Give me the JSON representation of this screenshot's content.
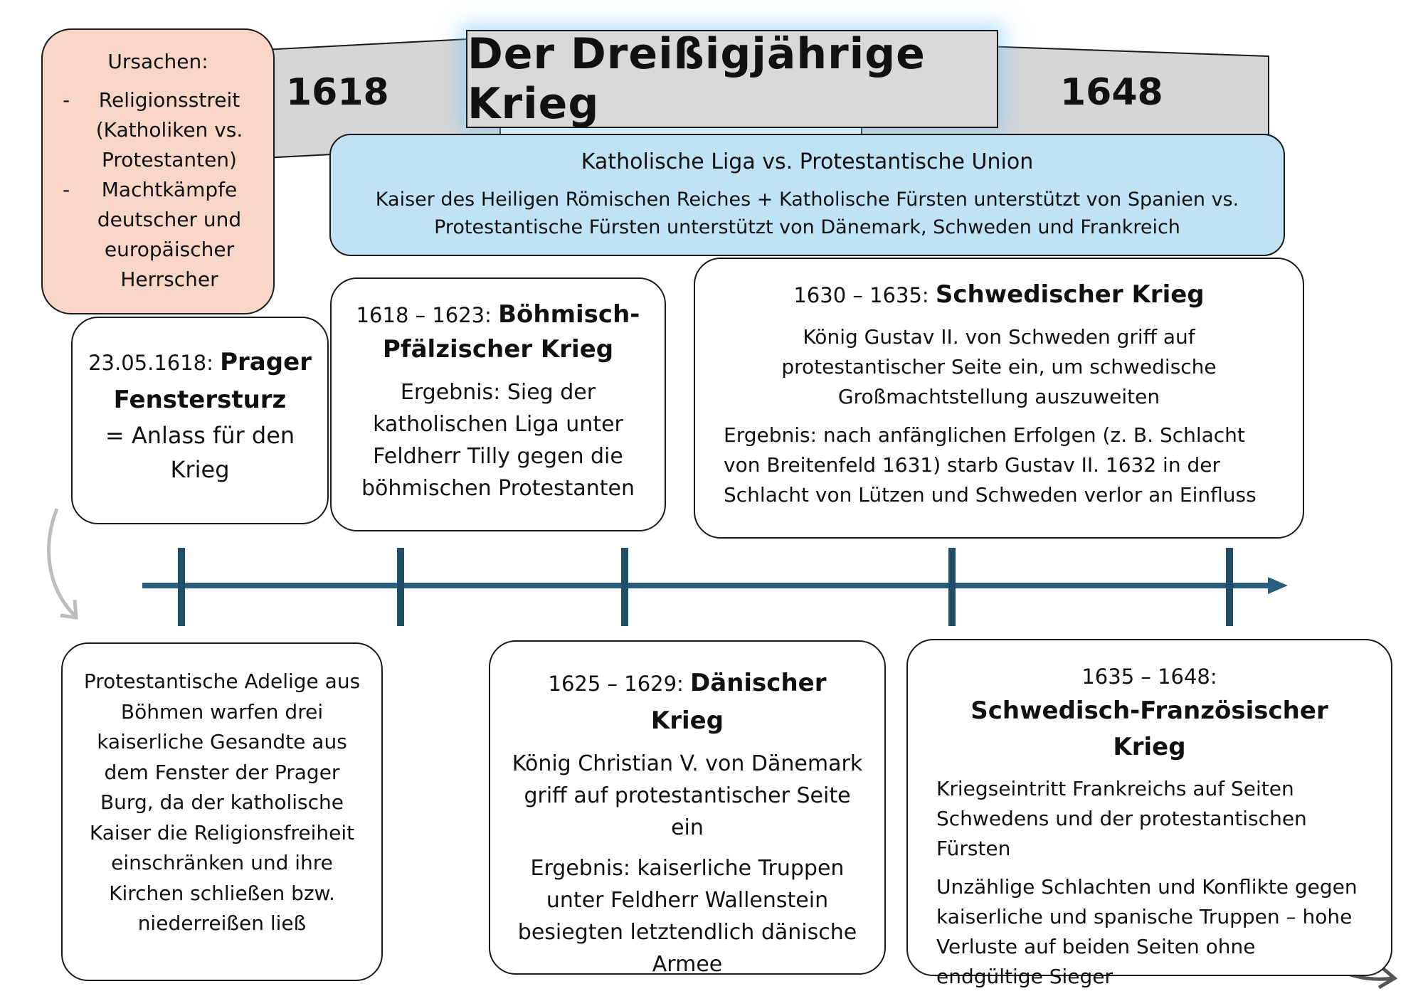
{
  "title": "Der Dreißigjährige Krieg",
  "year_start": "1618",
  "year_end": "1648",
  "causes": {
    "title": "Ursachen:",
    "items": [
      "Religionsstreit (Katholiken vs. Protestanten)",
      "Machtkämpfe deutscher und europäischer Herrscher"
    ]
  },
  "alliance": {
    "title": "Katholische Liga vs. Protestantische Union",
    "text": "Kaiser des Heiligen Römischen Reiches + Katholische Fürsten unterstützt von Spanien vs. Protestantische Fürsten unterstützt von Dänemark, Schweden und Frankreich"
  },
  "events": {
    "prager": {
      "date": "23.05.1618:",
      "name": "Prager Fenstersturz",
      "note": "= Anlass für den Krieg",
      "detail": "Protestantische Adelige aus Böhmen warfen drei kaiserliche Gesandte aus dem Fenster der Prager Burg, da der katholische Kaiser die Religionsfreiheit einschränken und ihre Kirchen schließen bzw. niederreißen ließ"
    },
    "boehmisch": {
      "date": "1618 – 1623:",
      "name": "Böhmisch-Pfälzischer Krieg",
      "result": "Ergebnis: Sieg der katholischen Liga unter Feldherr Tilly gegen die böhmischen Protestanten"
    },
    "daenisch": {
      "date": "1625 – 1629:",
      "name": "Dänischer Krieg",
      "text": "König Christian V. von Dänemark griff auf protestantischer Seite ein",
      "result": "Ergebnis: kaiserliche Truppen unter Feldherr Wallenstein besiegten letztendlich dänische Armee"
    },
    "schwedisch": {
      "date": "1630 – 1635:",
      "name": "Schwedischer Krieg",
      "text": "König Gustav II. von Schweden griff auf protestantischer Seite ein, um schwedische Großmachtstellung auszuweiten",
      "result": "Ergebnis: nach anfänglichen Erfolgen (z. B. Schlacht von Breitenfeld 1631) starb Gustav II. 1632 in der Schlacht von Lützen und Schweden verlor an Einfluss"
    },
    "franzoesisch": {
      "date": "1635 – 1648:",
      "name": "Schwedisch-Französischer Krieg",
      "text": "Kriegseintritt Frankreichs auf Seiten Schwedens und der protestantischen Fürsten",
      "result": "Unzählige Schlachten und Konflikte gegen kaiserliche und spanische Truppen – hohe Verluste auf beiden Seiten ohne endgültige Sieger"
    }
  }
}
